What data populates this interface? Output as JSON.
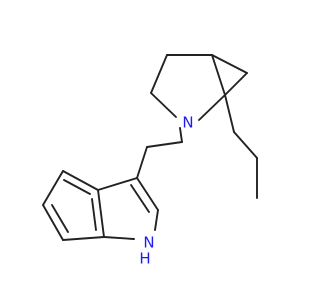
{
  "molecule": {
    "atoms": {
      "nitrogen_ring": "N",
      "nitrogen_indole_n": "N",
      "nitrogen_indole_h": "H"
    },
    "colors": {
      "bond": "#222222",
      "nitrogen": "#1c1cf0",
      "background": "#ffffff"
    }
  }
}
